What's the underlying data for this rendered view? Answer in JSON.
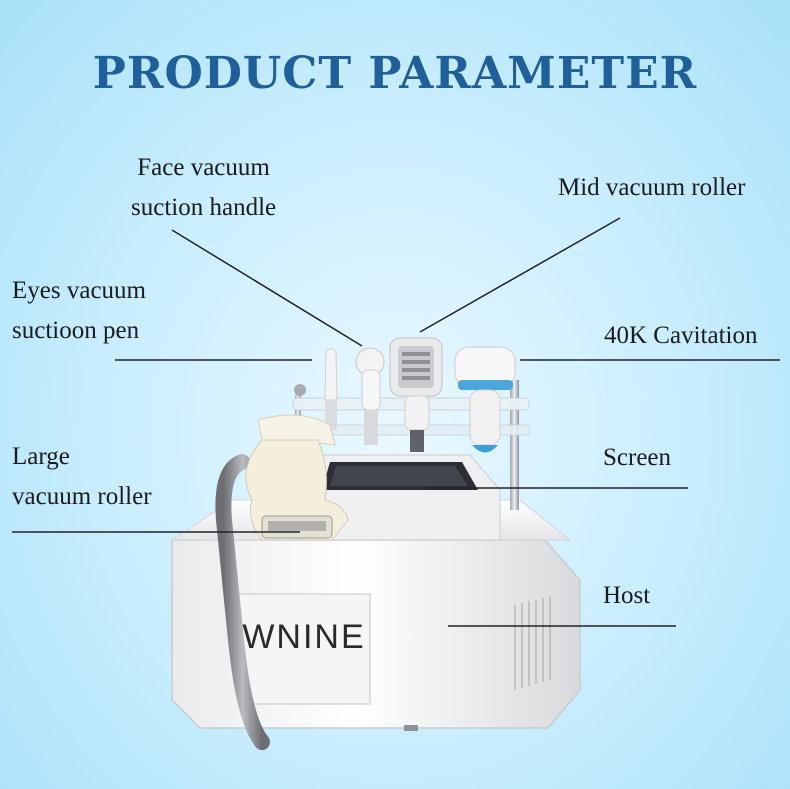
{
  "title": "PRODUCT PARAMETER",
  "brand": "WNINE",
  "labels": {
    "face_vacuum": [
      "Face vacuum",
      "suction handle"
    ],
    "mid_vacuum": "Mid vacuum roller",
    "eyes_vacuum": [
      "Eyes vacuum",
      "suctioon pen"
    ],
    "cavitation": "40K Cavitation",
    "large_roller": [
      "Large",
      "vacuum roller"
    ],
    "screen": "Screen",
    "host": "Host"
  }
}
